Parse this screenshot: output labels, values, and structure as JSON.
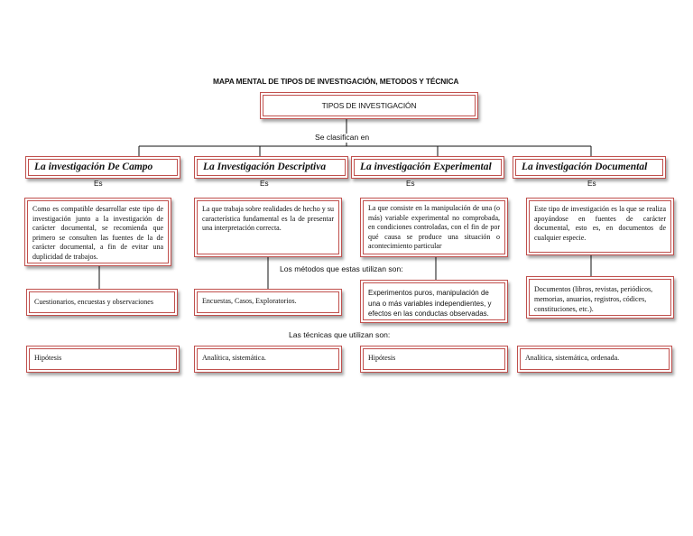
{
  "title": "MAPA MENTAL DE TIPOS DE INVESTIGACIÓN, METODOS Y TÉCNICA",
  "root": "TIPOS DE INVESTIGACIÓN",
  "classify_label": "Se clasifican en",
  "es_label": "Es",
  "methods_label": "Los métodos que estas utilizan son:",
  "techniques_label": "Las técnicas que utilizan son:",
  "types": [
    {
      "name": "La investigación De Campo",
      "description": "Como es compatible desarrollar este tipo de investigación junto a la investigación de carácter documental, se recomienda que primero se consulten las fuentes de la de carácter documental, a fin de evitar una duplicidad de trabajos.",
      "methods": "Cuestionarios, encuestas y observaciones",
      "technique": "Hipótesis"
    },
    {
      "name": "La Investigación Descriptiva",
      "description": "La que trabaja sobre realidades de hecho y su característica fundamental es la de presentar una interpretación correcta.",
      "methods": "Encuestas, Casos, Exploratorios.",
      "technique": "Analítica, sistemática."
    },
    {
      "name": "La investigación Experimental",
      "description": "La que consiste en la manipulación de una (o más) variable experimental no comprobada, en condiciones controladas, con el fin de por qué causa se produce una situación o acontecimiento particular",
      "methods": "Experimentos puros, manipulación de una o más variables independientes, y efectos en las conductas observadas.",
      "technique": "Hipótesis"
    },
    {
      "name": "La investigación Documental",
      "description": "Este tipo de investigación es la que se realiza apoyándose en fuentes de carácter documental, esto es, en documentos de cualquier especie.",
      "methods": "Documentos (libros, revistas, periódicos, memorias, anuarios, registros, códices, constituciones, etc.).",
      "technique": "Analítica, sistemática, ordenada."
    }
  ]
}
